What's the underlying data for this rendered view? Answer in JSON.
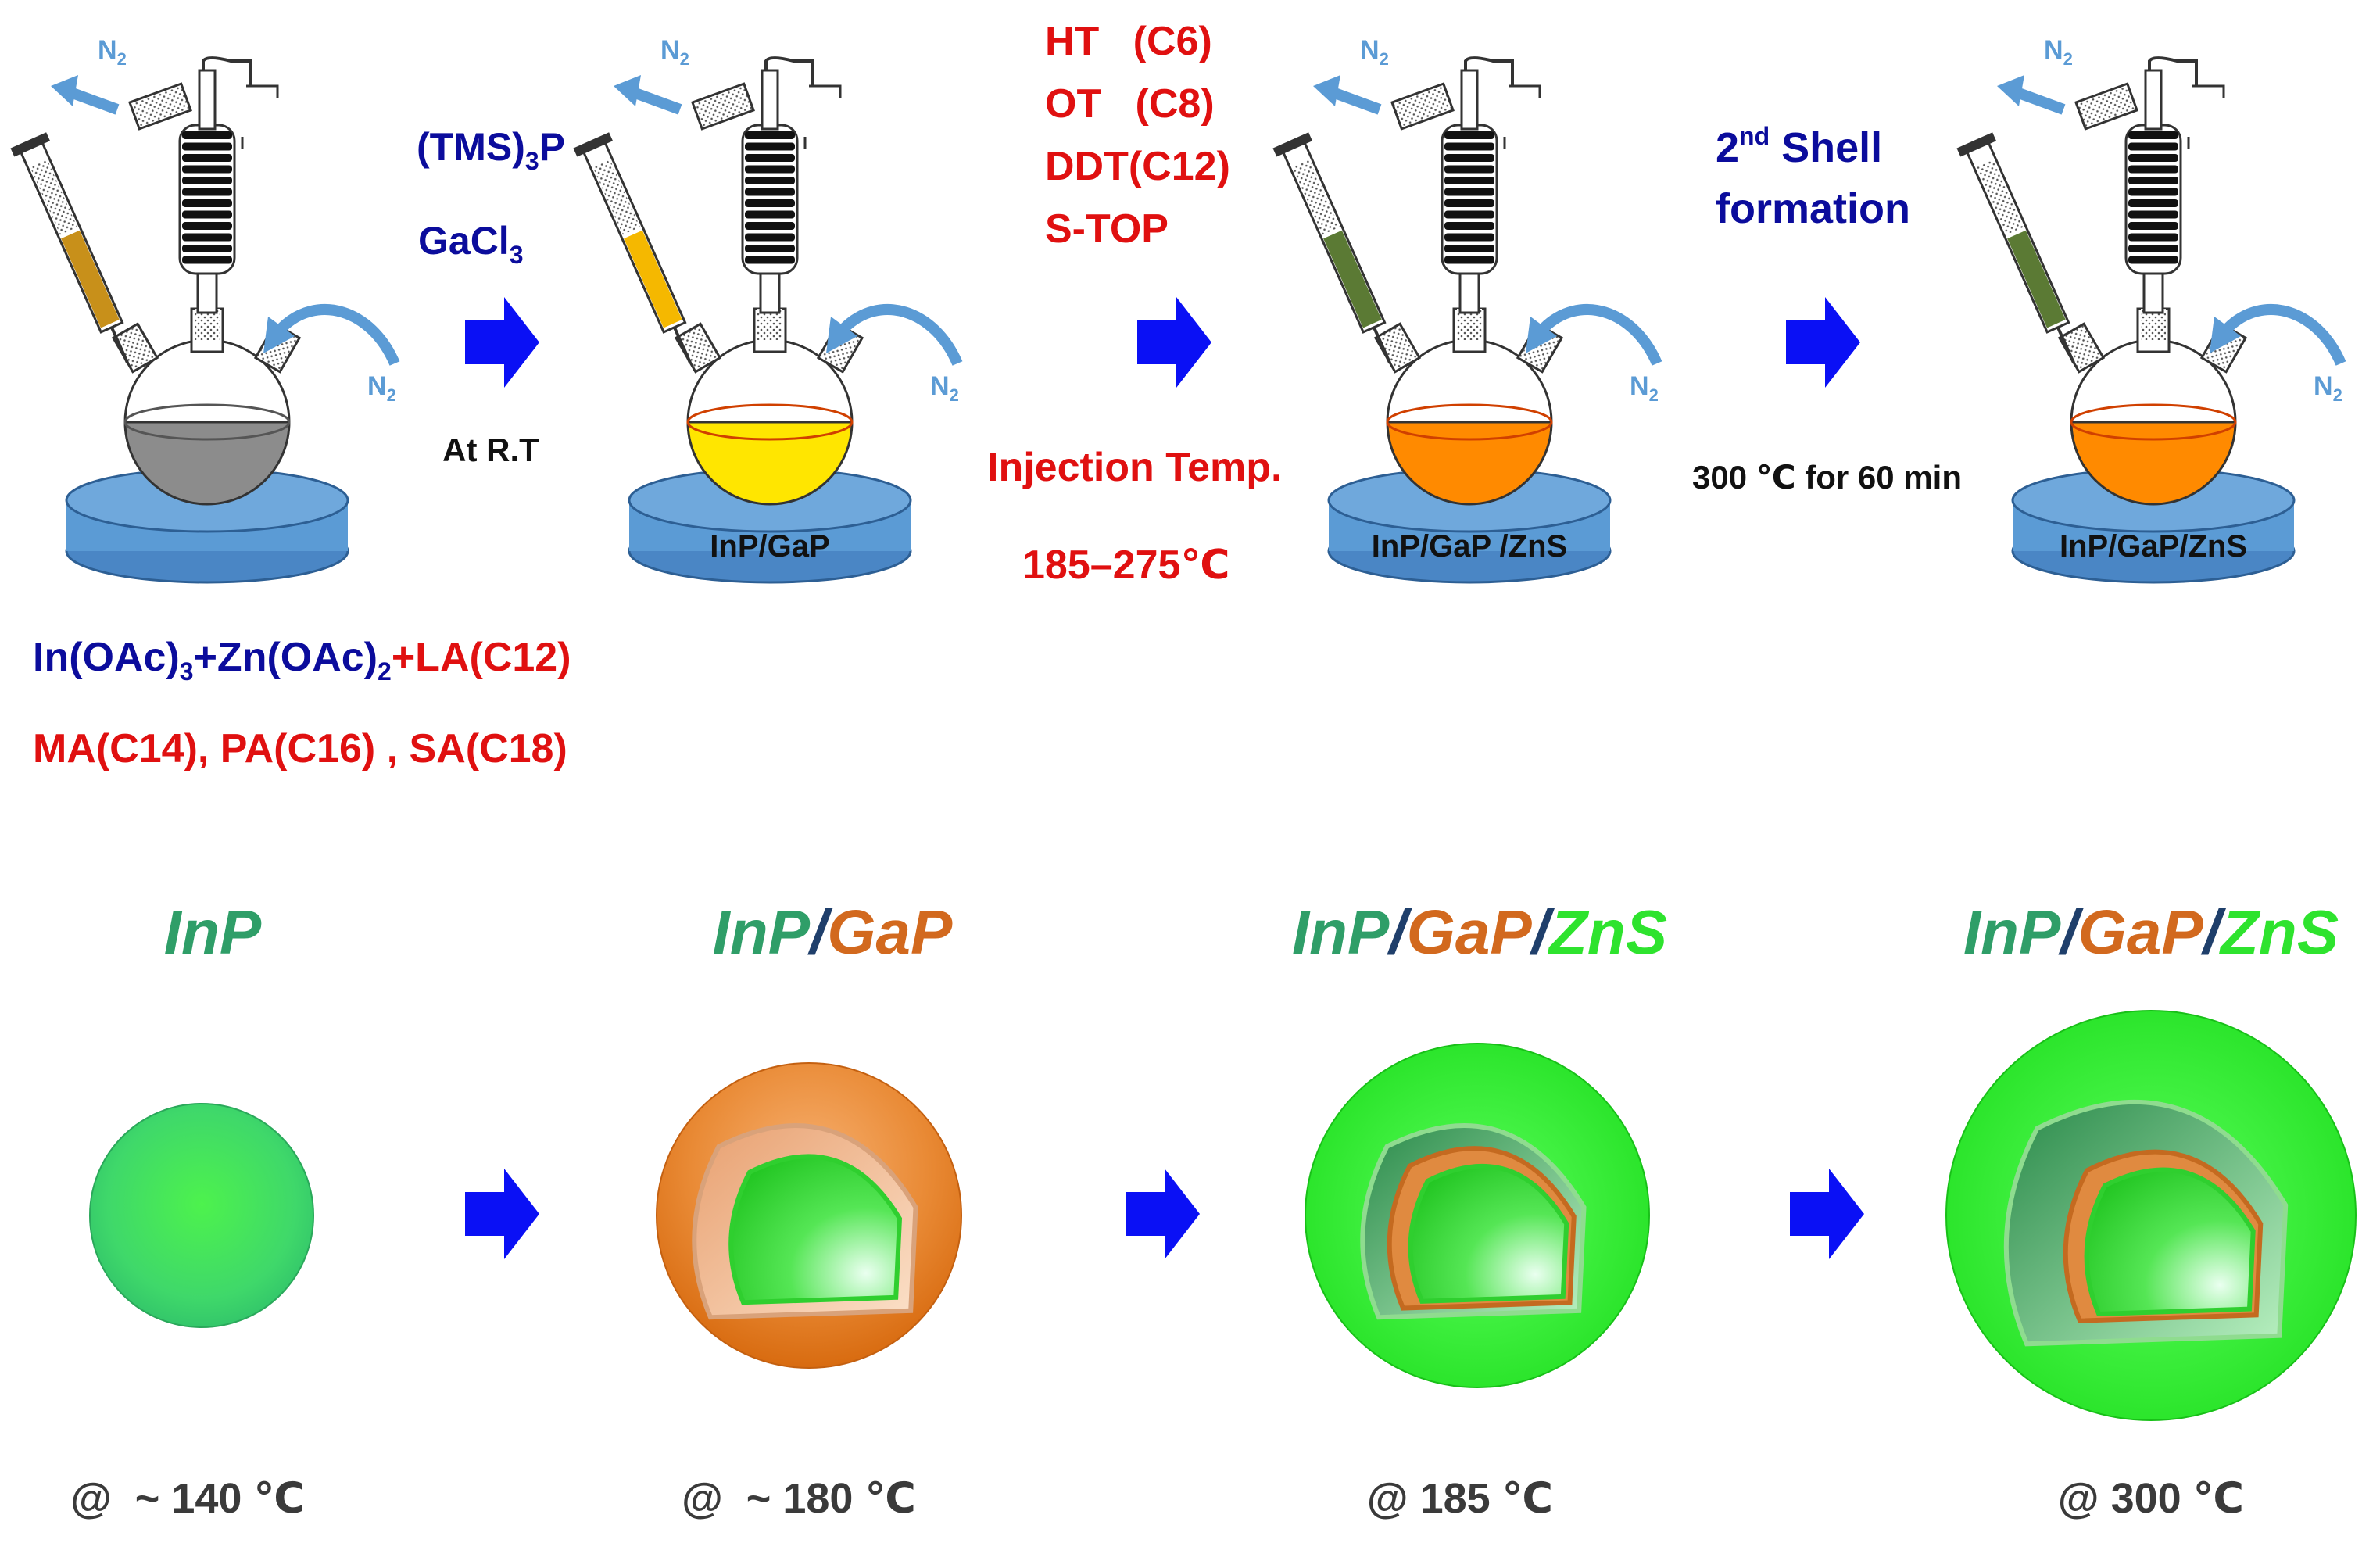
{
  "stage_labels": [
    "InP/GaP",
    "InP/GaP /ZnS",
    "InP/GaP/ZnS"
  ],
  "n2_label": "N",
  "n2_sub": "2",
  "step1": {
    "line1_main": "(TMS)",
    "line1_sub": "3",
    "line1_tail": "P",
    "line2_main": "GaCl",
    "line2_sub": "3",
    "condition": "At R.T"
  },
  "step2": {
    "ligands": [
      "HT   (C6)",
      "OT   (C8)",
      "DDT(C12)",
      "S-TOP"
    ],
    "injection_title": "Injection Temp.",
    "injection_range": "185–275℃"
  },
  "step3": {
    "line1_main": "2",
    "line1_sup": "nd",
    "line1_tail": " Shell",
    "line2": "formation",
    "condition": "300 ℃ for 60 min"
  },
  "precursors": {
    "line1": [
      {
        "text": "In(OAc)",
        "style": "blue"
      },
      {
        "text": "3",
        "style": "blue-sub"
      },
      {
        "text": "+Zn(OAc)",
        "style": "blue"
      },
      {
        "text": "2",
        "style": "blue-sub"
      },
      {
        "text": "+LA(C12)",
        "style": "red"
      }
    ],
    "line2": "MA(C14), PA(C16) , SA(C18)"
  },
  "particles": [
    {
      "title": [
        {
          "text": "InP",
          "color": "#2f9e68"
        }
      ],
      "temp": "@  ~ 140 ℃"
    },
    {
      "title": [
        {
          "text": "InP",
          "color": "#2f9e68"
        },
        {
          "text": "/",
          "color": "#1f3f6b"
        },
        {
          "text": "GaP",
          "color": "#d2691e"
        }
      ],
      "temp": "@  ~ 180 ℃"
    },
    {
      "title": [
        {
          "text": "InP",
          "color": "#2f9e68"
        },
        {
          "text": "/",
          "color": "#1f3f6b"
        },
        {
          "text": "GaP",
          "color": "#d2691e"
        },
        {
          "text": "/",
          "color": "#1f3f6b"
        },
        {
          "text": "ZnS",
          "color": "#2ee32e"
        }
      ],
      "temp": "@ 185 ℃"
    },
    {
      "title": [
        {
          "text": "InP",
          "color": "#2f9e68"
        },
        {
          "text": "/",
          "color": "#1f3f6b"
        },
        {
          "text": "GaP",
          "color": "#d2691e"
        },
        {
          "text": "/",
          "color": "#1f3f6b"
        },
        {
          "text": "ZnS",
          "color": "#2ee32e"
        }
      ],
      "temp": "@ 300 ℃"
    }
  ],
  "colors": {
    "blue_text": "#0b0c9c",
    "red_text": "#e01010",
    "arrow": "#0a10f5",
    "n2_arrow": "#5b9bd5",
    "hot_plate": "#5b9bd5",
    "flask_gray": "#8c8c8c",
    "flask_yellow": "#ffe600",
    "flask_orange": "#ff8a00",
    "syringe_amber": "#c8901a",
    "syringe_yellow": "#f5b800",
    "syringe_green": "#5b7a34",
    "core_green": "#3fe83f",
    "shell_orange": "#e57a1e",
    "shell_zns": "#32f032"
  }
}
